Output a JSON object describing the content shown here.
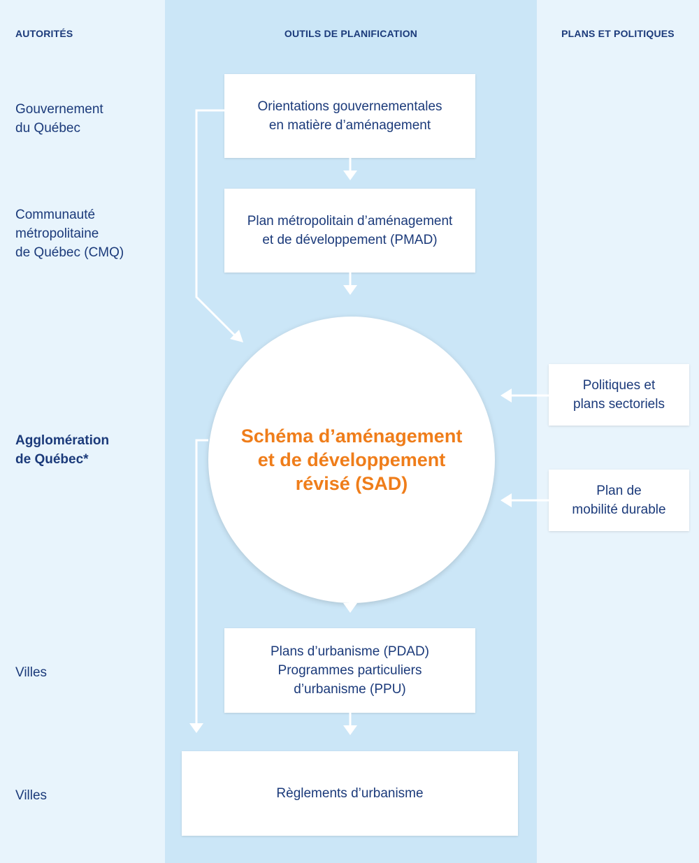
{
  "columns": {
    "authorities": "AUTORITÉS",
    "tools": "OUTILS DE PLANIFICATION",
    "plans": "PLANS ET POLITIQUES"
  },
  "authorities": {
    "government": [
      "Gouvernement",
      "du Québec"
    ],
    "cmq": [
      "Communauté",
      "métropolitaine",
      "de Québec (CMQ)"
    ],
    "agglomeration": [
      "Agglomération",
      "de Québec*"
    ],
    "villes_1": "Villes",
    "villes_2": "Villes"
  },
  "tools": {
    "orientations": [
      "Orientations gouvernementales",
      "en matière d’aménagement"
    ],
    "pmad": [
      "Plan métropolitain d’aménagement",
      "et de développement (PMAD)"
    ],
    "sad": [
      "Schéma d’aménagement",
      "et de développement",
      "révisé (SAD)"
    ],
    "urbanisme": [
      "Plans d’urbanisme (PDAD)",
      "Programmes particuliers",
      "d’urbanisme (PPU)"
    ],
    "reglements": "Règlements d’urbanisme"
  },
  "plans": {
    "politiques": [
      "Politiques et",
      "plans sectoriels"
    ],
    "mobilite": [
      "Plan de",
      "mobilité durable"
    ]
  },
  "colors": {
    "primary_text": "#1b3a7a",
    "accent_orange": "#ef7d1a",
    "column_light": "#e8f4fc",
    "column_mid": "#cbe6f7"
  }
}
